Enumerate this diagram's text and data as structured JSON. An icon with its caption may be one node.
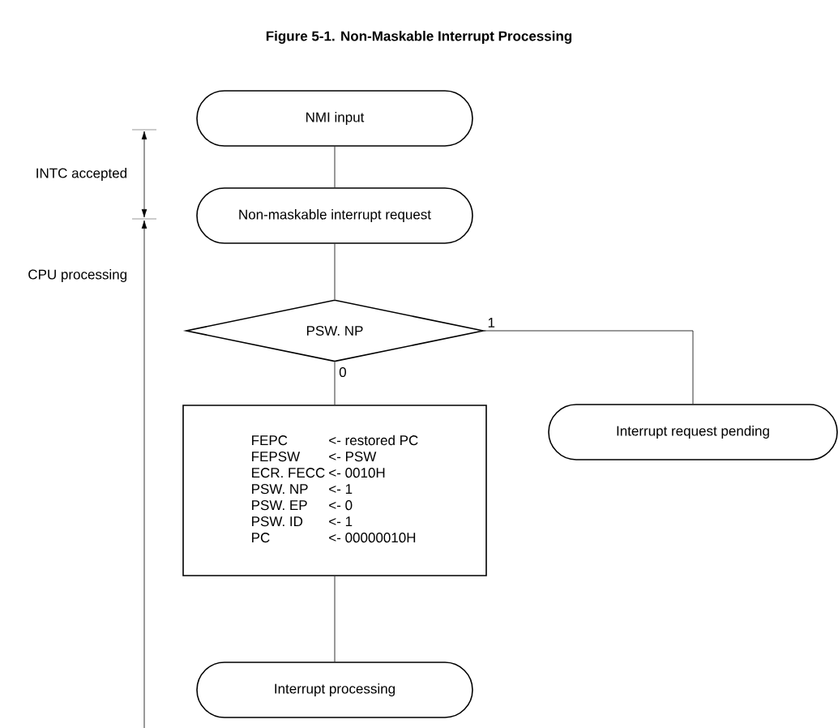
{
  "diagram": {
    "title": "Figure 5-1.  Non-Maskable Interrupt Processing",
    "nodes": [
      {
        "text": [
          "NMI input"
        ]
      },
      {
        "text": [
          "Non-maskable interrupt request"
        ]
      },
      {
        "text": [
          "PSW. NP"
        ]
      },
      {
        "text": [
          "FEPC",
          "<- restored PC",
          "FEPSW",
          "<- PSW",
          "ECR. FECC",
          "<- 0010H",
          "PSW. NP",
          "<- 1",
          "PSW. EP",
          "<- 0",
          "PSW. ID",
          "<- 1",
          "PC",
          "<- 00000010H"
        ]
      },
      {
        "text": [
          "Interrupt request pending"
        ]
      },
      {
        "text": [
          "Interrupt processing"
        ]
      }
    ],
    "edges": [
      {
        "from": 0,
        "to": 1,
        "arrow": "none"
      },
      {
        "from": 1,
        "to": 2,
        "arrow": "none"
      },
      {
        "from": 2,
        "to": 3,
        "arrow": "none",
        "label": "0"
      },
      {
        "from": 2,
        "to": 4,
        "arrow": "none",
        "label": "1"
      },
      {
        "from": 3,
        "to": 5,
        "arrow": "none"
      }
    ],
    "labels": [
      "INTC accepted",
      "CPU processing"
    ]
  }
}
